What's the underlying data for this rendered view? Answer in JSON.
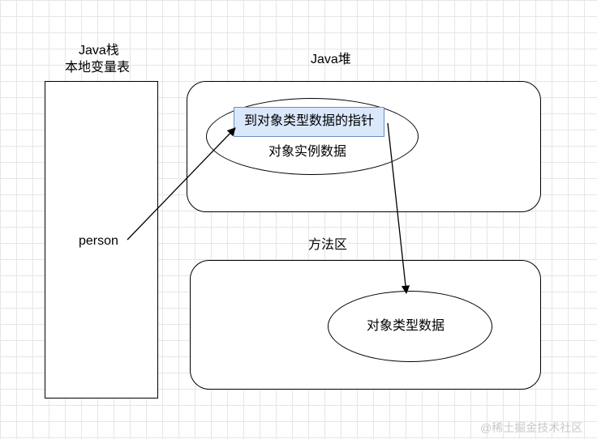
{
  "stack": {
    "title_line1": "Java栈",
    "title_line2": "本地变量表",
    "variable": "person"
  },
  "heap": {
    "title": "Java堆",
    "pointer_label": "到对象类型数据的指针",
    "instance_label": "对象实例数据"
  },
  "method_area": {
    "title": "方法区",
    "type_data_label": "对象类型数据"
  },
  "watermark": "@稀土掘金技术社区"
}
